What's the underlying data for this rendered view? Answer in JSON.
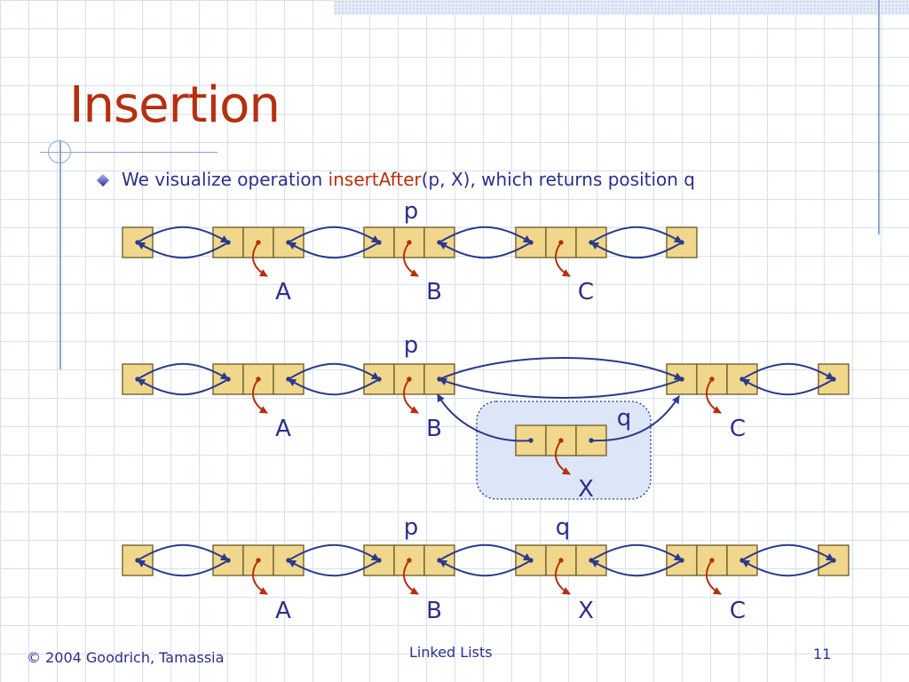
{
  "slide": {
    "title": "Insertion",
    "bullet": {
      "prefix": "We visualize operation ",
      "keyword": "insertAfter",
      "suffix": "(p, X), which returns position q"
    },
    "footer": {
      "copyright": "© 2004 Goodrich, Tamassia",
      "topic": "Linked Lists",
      "page_number": "11"
    }
  },
  "colors": {
    "node_fill": "#f0d78c",
    "node_border": "#7a6a3a",
    "link_arrow": "#2b3a8a",
    "element_arrow": "#b5300e",
    "title": "#b5300e",
    "text": "#2e2e8a",
    "highlight_fill": "#dce6f8",
    "highlight_border": "#2b3a8a"
  },
  "diagram": {
    "step1": {
      "pointer_label": "p",
      "elements": [
        "A",
        "B",
        "C"
      ]
    },
    "step2": {
      "pointer_p": "p",
      "pointer_q": "q",
      "elements": [
        "A",
        "B",
        "C"
      ],
      "new_element": "X"
    },
    "step3": {
      "pointer_p": "p",
      "pointer_q": "q",
      "elements": [
        "A",
        "B",
        "X",
        "C"
      ]
    }
  }
}
